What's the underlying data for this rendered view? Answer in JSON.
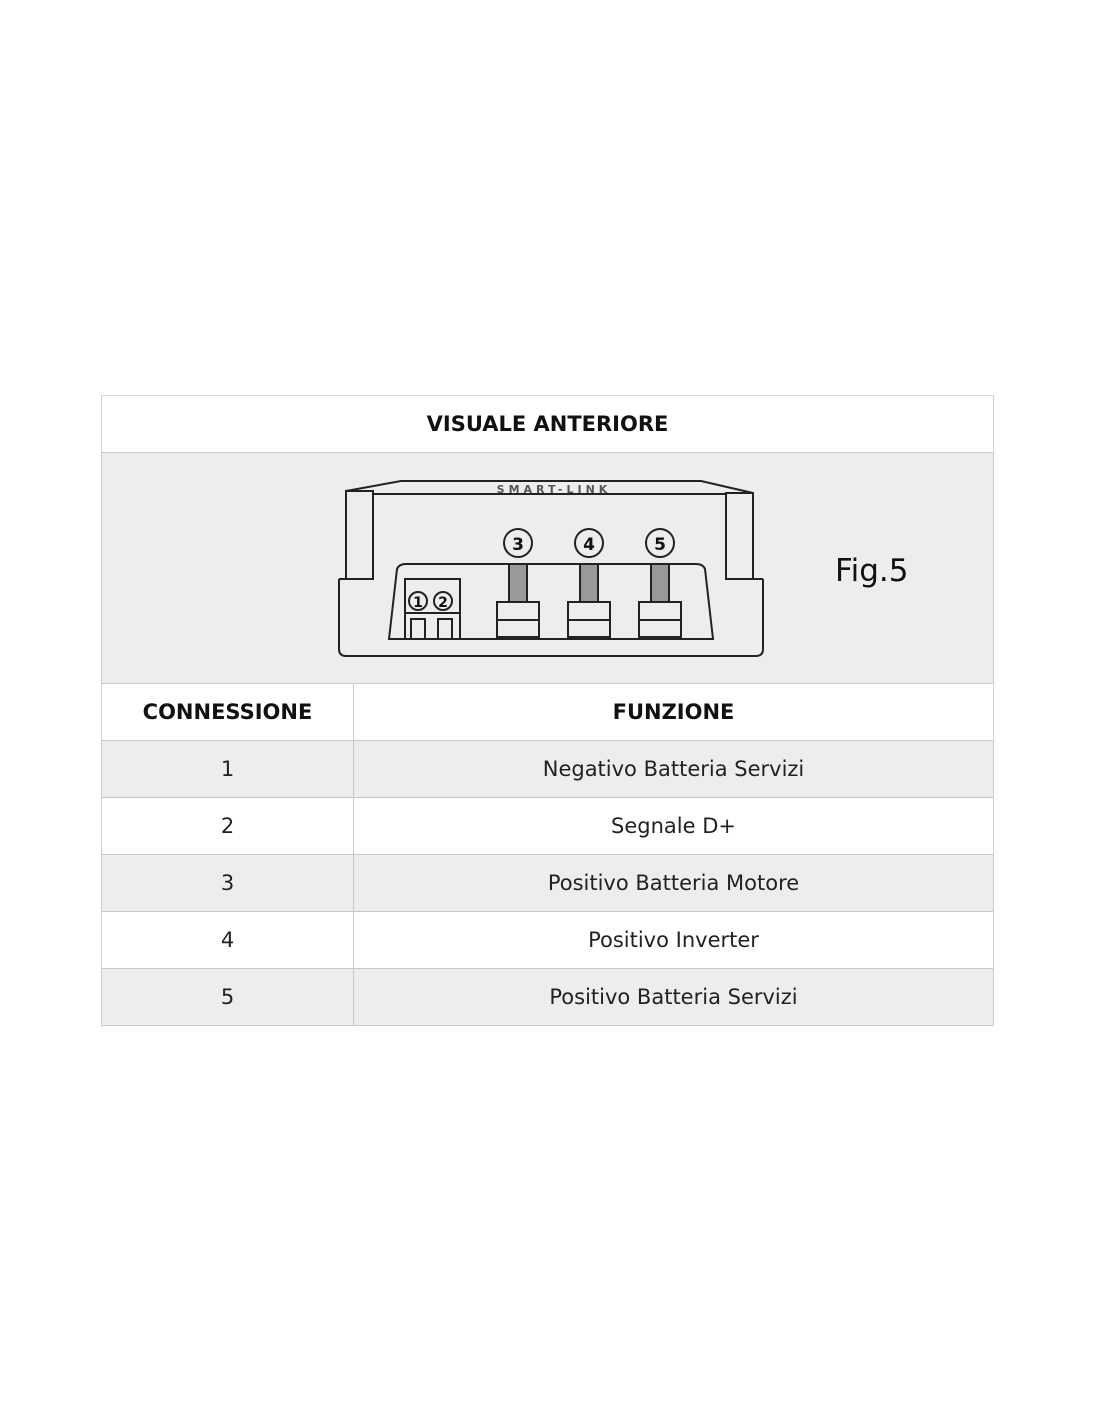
{
  "title": "VISUALE ANTERIORE",
  "figure": {
    "label": "Fig.5",
    "device_logo": "SMART-LINK",
    "terminals": [
      "1",
      "2",
      "3",
      "4",
      "5"
    ]
  },
  "table": {
    "headers": [
      "CONNESSIONE",
      "FUNZIONE"
    ],
    "rows": [
      {
        "connection": "1",
        "function": "Negativo Batteria Servizi"
      },
      {
        "connection": "2",
        "function": "Segnale D+"
      },
      {
        "connection": "3",
        "function": "Positivo Batteria Motore"
      },
      {
        "connection": "4",
        "function": "Positivo Inverter"
      },
      {
        "connection": "5",
        "function": "Positivo Batteria Servizi"
      }
    ]
  }
}
